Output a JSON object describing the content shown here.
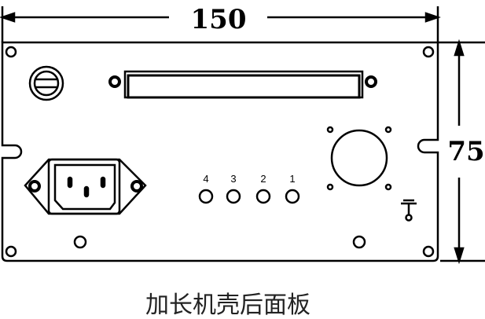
{
  "dimensions": {
    "width": "150",
    "height": "75"
  },
  "indicator_labels": [
    "4",
    "3",
    "2",
    "1"
  ],
  "caption": "加长机壳后面板"
}
